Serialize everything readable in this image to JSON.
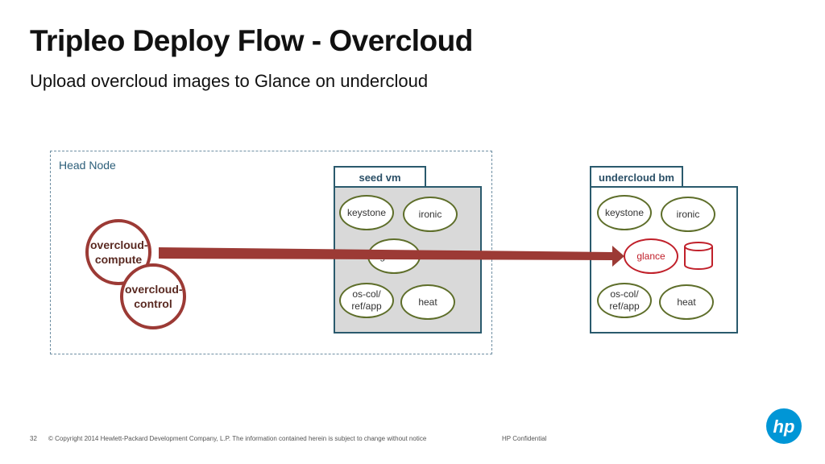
{
  "slide": {
    "title": "Tripleo Deploy Flow - Overcloud",
    "subtitle": "Upload overcloud images to Glance on undercloud"
  },
  "head_node": {
    "label": "Head Node"
  },
  "overcloud_images": {
    "compute": "overcloud-compute",
    "control": "overcloud-control"
  },
  "seed_vm": {
    "label": "seed vm",
    "services": {
      "keystone": "keystone",
      "ironic": "ironic",
      "glance": "glance",
      "os_col": "os-col/\nref/app",
      "heat": "heat"
    }
  },
  "undercloud_bm": {
    "label": "undercloud bm",
    "services": {
      "keystone": "keystone",
      "ironic": "ironic",
      "glance": "glance",
      "os_col": "os-col/\nref/app",
      "heat": "heat"
    }
  },
  "colors": {
    "arrow": "#9c3a35",
    "box_border": "#2a5a6d",
    "service_border": "#5e6e2a",
    "glance_highlight": "#c0202a",
    "seed_fill": "#d9d9d9",
    "hp_blue": "#0096d6"
  },
  "icons": {
    "database": "database-icon",
    "logo": "hp-logo"
  },
  "footer": {
    "page_number": "32",
    "copyright": "© Copyright 2014 Hewlett-Packard Development Company, L.P.  The information contained herein is subject to change without notice",
    "confidential": "HP Confidential"
  },
  "logo_text": "hp"
}
